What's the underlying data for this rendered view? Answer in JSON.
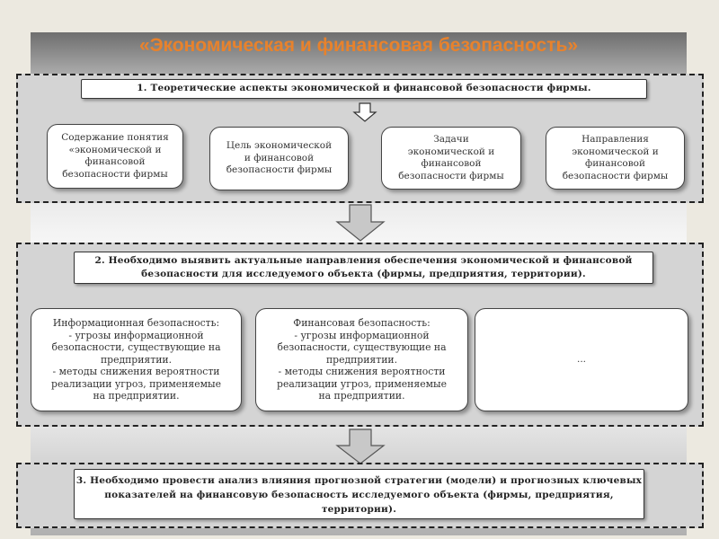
{
  "title": "«Экономическая и финансовая безопасность»",
  "section1": {
    "header": "1. Теоретические аспекты экономической и финансовой безопасности фирмы.",
    "cards": [
      "Содержание понятия\n«экономической и\nфинансовой\nбезопасности фирмы",
      "Цель экономической\nи финансовой\nбезопасности фирмы",
      "Задачи\nэкономической и\nфинансовой\nбезопасности фирмы",
      "Направления\nэкономической и\nфинансовой\nбезопасности фирмы"
    ]
  },
  "section2": {
    "header": "2. Необходимо выявить актуальные направления обеспечения экономической и финансовой безопасности для исследуемого объекта (фирмы, предприятия, территории).",
    "cards": [
      "Информационная безопасность:\n- угрозы информационной\nбезопасности, существующие на\nпредприятии.\n- методы снижения вероятности\nреализации угроз, применяемые\nна предприятии.",
      "Финансовая безопасность:\n- угрозы информационной\nбезопасности, существующие на\nпредприятии.\n- методы снижения вероятности\nреализации угроз, применяемые\nна предприятии.",
      "..."
    ]
  },
  "section3": {
    "header": "3. Необходимо провести анализ влияния прогнозной стратегии (модели) и прогнозных ключевых показателей на финансовую безопасность исследуемого объекта (фирмы, предприятия, территории)."
  },
  "colors": {
    "title": "#e8822c",
    "section_bg": "#d4d4d4",
    "arrow_fill": "#c8c8c8"
  },
  "icons": [
    "down-arrow-icon"
  ]
}
